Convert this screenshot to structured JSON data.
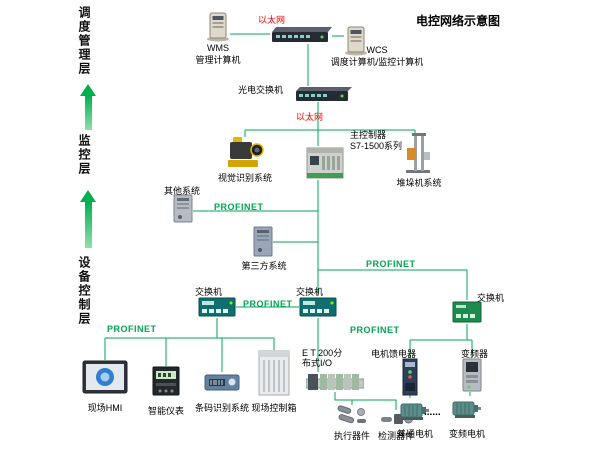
{
  "title": "电控网络示意图",
  "layer_labels": {
    "dispatch": "调度管理层",
    "monitor": "监控层",
    "device": "设备控制层"
  },
  "net_labels": {
    "ethernet": "以太网",
    "profinet": "PROFINET"
  },
  "nodes": {
    "wms": {
      "name": "WMS",
      "sub": "管理计算机"
    },
    "wcs": {
      "name": "WCS",
      "sub": "调度计算机/监控计算机"
    },
    "optical_switch": {
      "label": "光电交换机"
    },
    "plc": {
      "name": "主控制器",
      "sub": "S7-1500系列"
    },
    "vision": {
      "label": "视觉识别系统"
    },
    "stacker": {
      "label": "堆垛机系统"
    },
    "other_system": {
      "label": "其他系统"
    },
    "third_party": {
      "label": "第三方系统"
    },
    "switch": {
      "label": "交换机"
    },
    "hmi": {
      "label": "现场HMI"
    },
    "meter": {
      "label": "智能仪表"
    },
    "barcode": {
      "label": "条码识别系统"
    },
    "control_box": {
      "label": "现场控制箱"
    },
    "et200": {
      "line1": "E T 200分",
      "line2": "布式I/O"
    },
    "actuator": {
      "label": "执行器件"
    },
    "sensor": {
      "label": "检测器件"
    },
    "feeder": {
      "label": "电机馈电器"
    },
    "motor": {
      "label": "普通电机"
    },
    "vfd": {
      "label": "变频器"
    },
    "vfd_motor": {
      "label": "变频电机"
    },
    "ellipsis": "......"
  },
  "colors": {
    "connector_green": "#00a651",
    "profinet_text": "#00a651",
    "ethernet_text": "#ff0000",
    "arrow_green": "#00b050"
  }
}
